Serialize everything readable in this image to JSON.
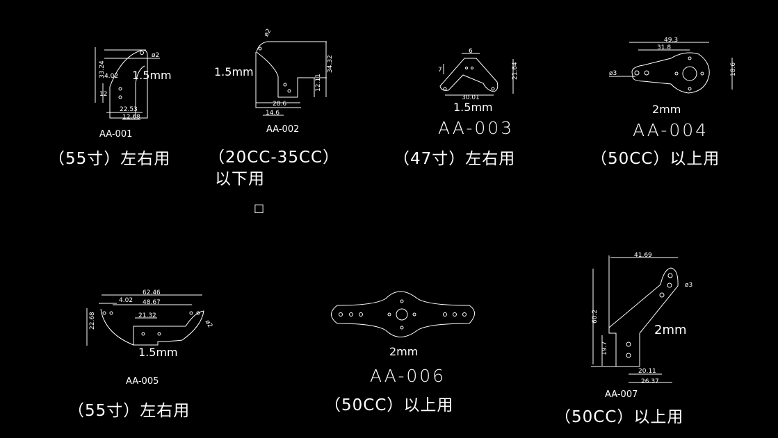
{
  "parts": [
    {
      "id": "AA-001",
      "caption": "（55寸）左右用",
      "thickness": "1.5mm",
      "dims": [
        "33.24",
        "4.02",
        "12",
        "22.53",
        "12.68",
        "ø2"
      ]
    },
    {
      "id": "AA-002",
      "caption": "（20CC-35CC）",
      "caption2": "以下用",
      "thickness": "1.5mm",
      "dims": [
        "34.32",
        "12.11",
        "28.6",
        "14.6",
        "ø2"
      ]
    },
    {
      "id": "AA-003",
      "caption": "（47寸）左右用",
      "thickness": "1.5mm",
      "dims": [
        "6",
        "7",
        "21.64",
        "30.01"
      ]
    },
    {
      "id": "AA-004",
      "caption": "（50CC）以上用",
      "thickness": "2mm",
      "dims": [
        "49.3",
        "31.8",
        "18.6",
        "ø3"
      ]
    },
    {
      "id": "AA-005",
      "caption": "（55寸）左右用",
      "thickness": "1.5mm",
      "dims": [
        "62.46",
        "4.02",
        "48.67",
        "21.32",
        "22.68",
        "ø2"
      ]
    },
    {
      "id": "AA-006",
      "caption": "（50CC）以上用",
      "thickness": "2mm",
      "dims": []
    },
    {
      "id": "AA-007",
      "caption": "（50CC）以上用",
      "thickness": "2mm",
      "dims": [
        "41.69",
        "60.2",
        "19.7",
        "20.11",
        "26.37",
        "ø3"
      ]
    }
  ],
  "stray_glyph": "□"
}
